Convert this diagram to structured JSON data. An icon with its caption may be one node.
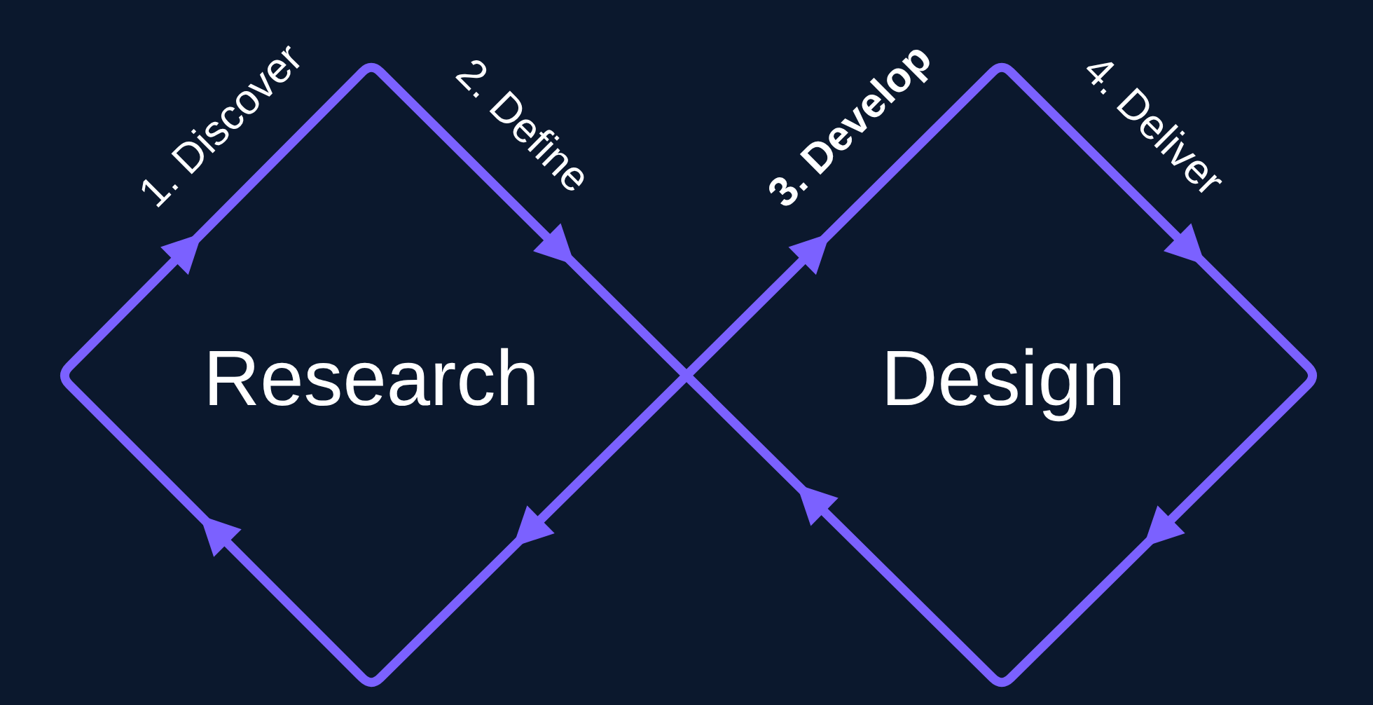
{
  "diagram": {
    "nodes": [
      {
        "text": [
          "Research"
        ],
        "beside": [
          "1. Discover",
          "2. Define"
        ]
      },
      {
        "text": [
          "Design"
        ],
        "beside": [
          "3. Develop",
          "4. Deliver"
        ]
      }
    ]
  }
}
